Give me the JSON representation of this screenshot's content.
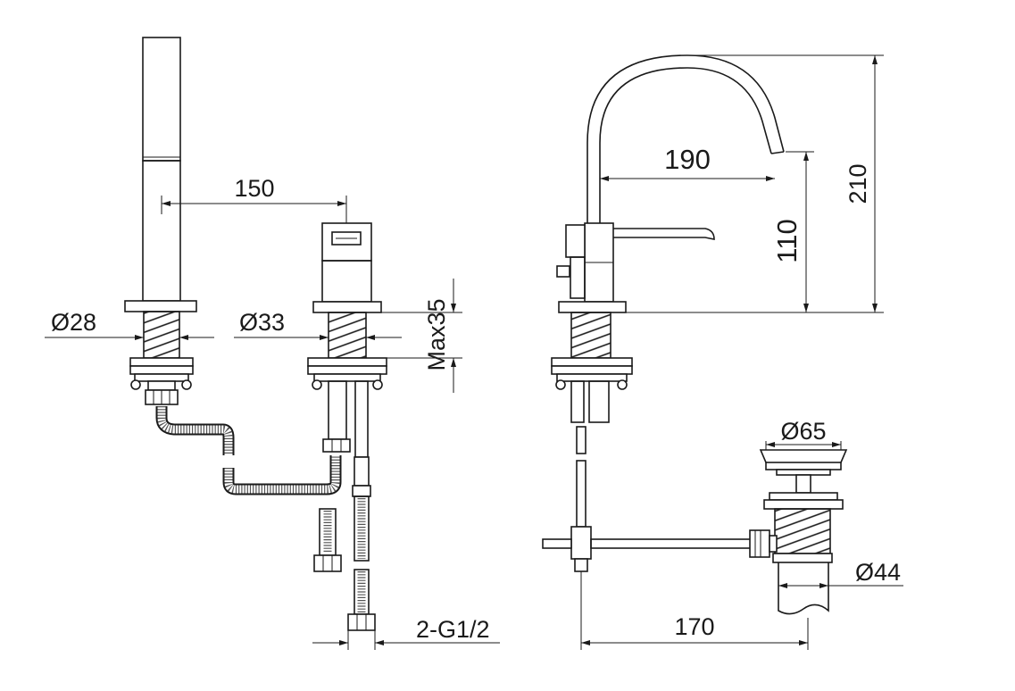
{
  "dimensions": {
    "d150": "150",
    "d28": "Ø28",
    "d33": "Ø33",
    "max35": "Max35",
    "g12": "2-G1/2",
    "d190": "190",
    "d110": "110",
    "d210": "210",
    "d65": "Ø65",
    "d44": "Ø44",
    "d170": "170"
  },
  "colors": {
    "line": "#1a1a1a",
    "background": "#ffffff"
  }
}
